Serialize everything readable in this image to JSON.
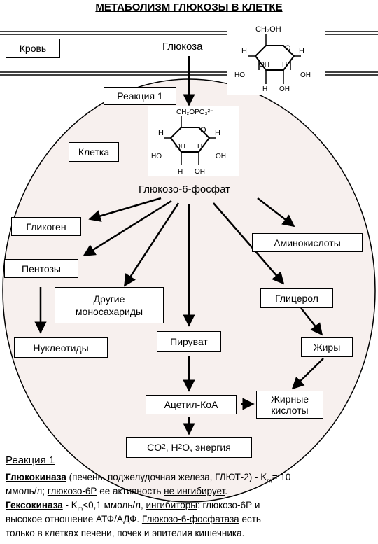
{
  "title": "МЕТАБОЛИЗМ ГЛЮКОЗЫ В КЛЕТКЕ",
  "labels": {
    "blood": "Кровь",
    "glucose": "Глюкоза",
    "reaction1": "Реакция 1",
    "cell": "Клетка",
    "g6p": "Глюкозо-6-фосфат",
    "glycogen": "Гликоген",
    "amino": "Аминокислоты",
    "pentoses": "Пентозы",
    "other_mono_1": "Другие",
    "other_mono_2": "моносахариды",
    "glycerol": "Глицерол",
    "nucleotides": "Нуклеотиды",
    "pyruvate": "Пируват",
    "fats": "Жиры",
    "acetyl": "Ацетил-КоА",
    "fatty_1": "Жирные",
    "fatty_2": "кислоты",
    "co2_a": "CO",
    "co2_sub": "2",
    "h2o_a": ", H",
    "h2o_sub": "2",
    "energy": "O, энергия"
  },
  "structure": {
    "glucose_top": "CH₂OH",
    "g6p_top": "CH₂OPO₃²⁻",
    "H": "H",
    "OH": "OH",
    "HO": "HO",
    "O": "O"
  },
  "footer": {
    "heading": "Реакция 1",
    "l1a": "Глюкокиназа",
    "l1b": "  (печень, поджелудочная железа, ГЛЮТ-2)  -  K",
    "l1sub": "m",
    "l1c": "= 10",
    "l2a": "ммоль/л; ",
    "l2b": "глюкозо-6Р",
    "l2c": " ее активность ",
    "l2d": "не ингибирует",
    "l2e": ".",
    "l3a": "Гексокиназа",
    "l3b": "  -  K",
    "l3sub": "m",
    "l3c": "<0,1 ммоль/л, ",
    "l3d": "ингибиторы",
    "l3e": ": глюкозо-6Р и",
    "l4a": "высокое отношение АТФ/АДФ. ",
    "l4b": "Глюкозо-6-фосфатаза",
    "l4c": "  есть",
    "l5a": "только  в клетках печени, почек и эпителия  кишечника.",
    "l5b": "_"
  }
}
